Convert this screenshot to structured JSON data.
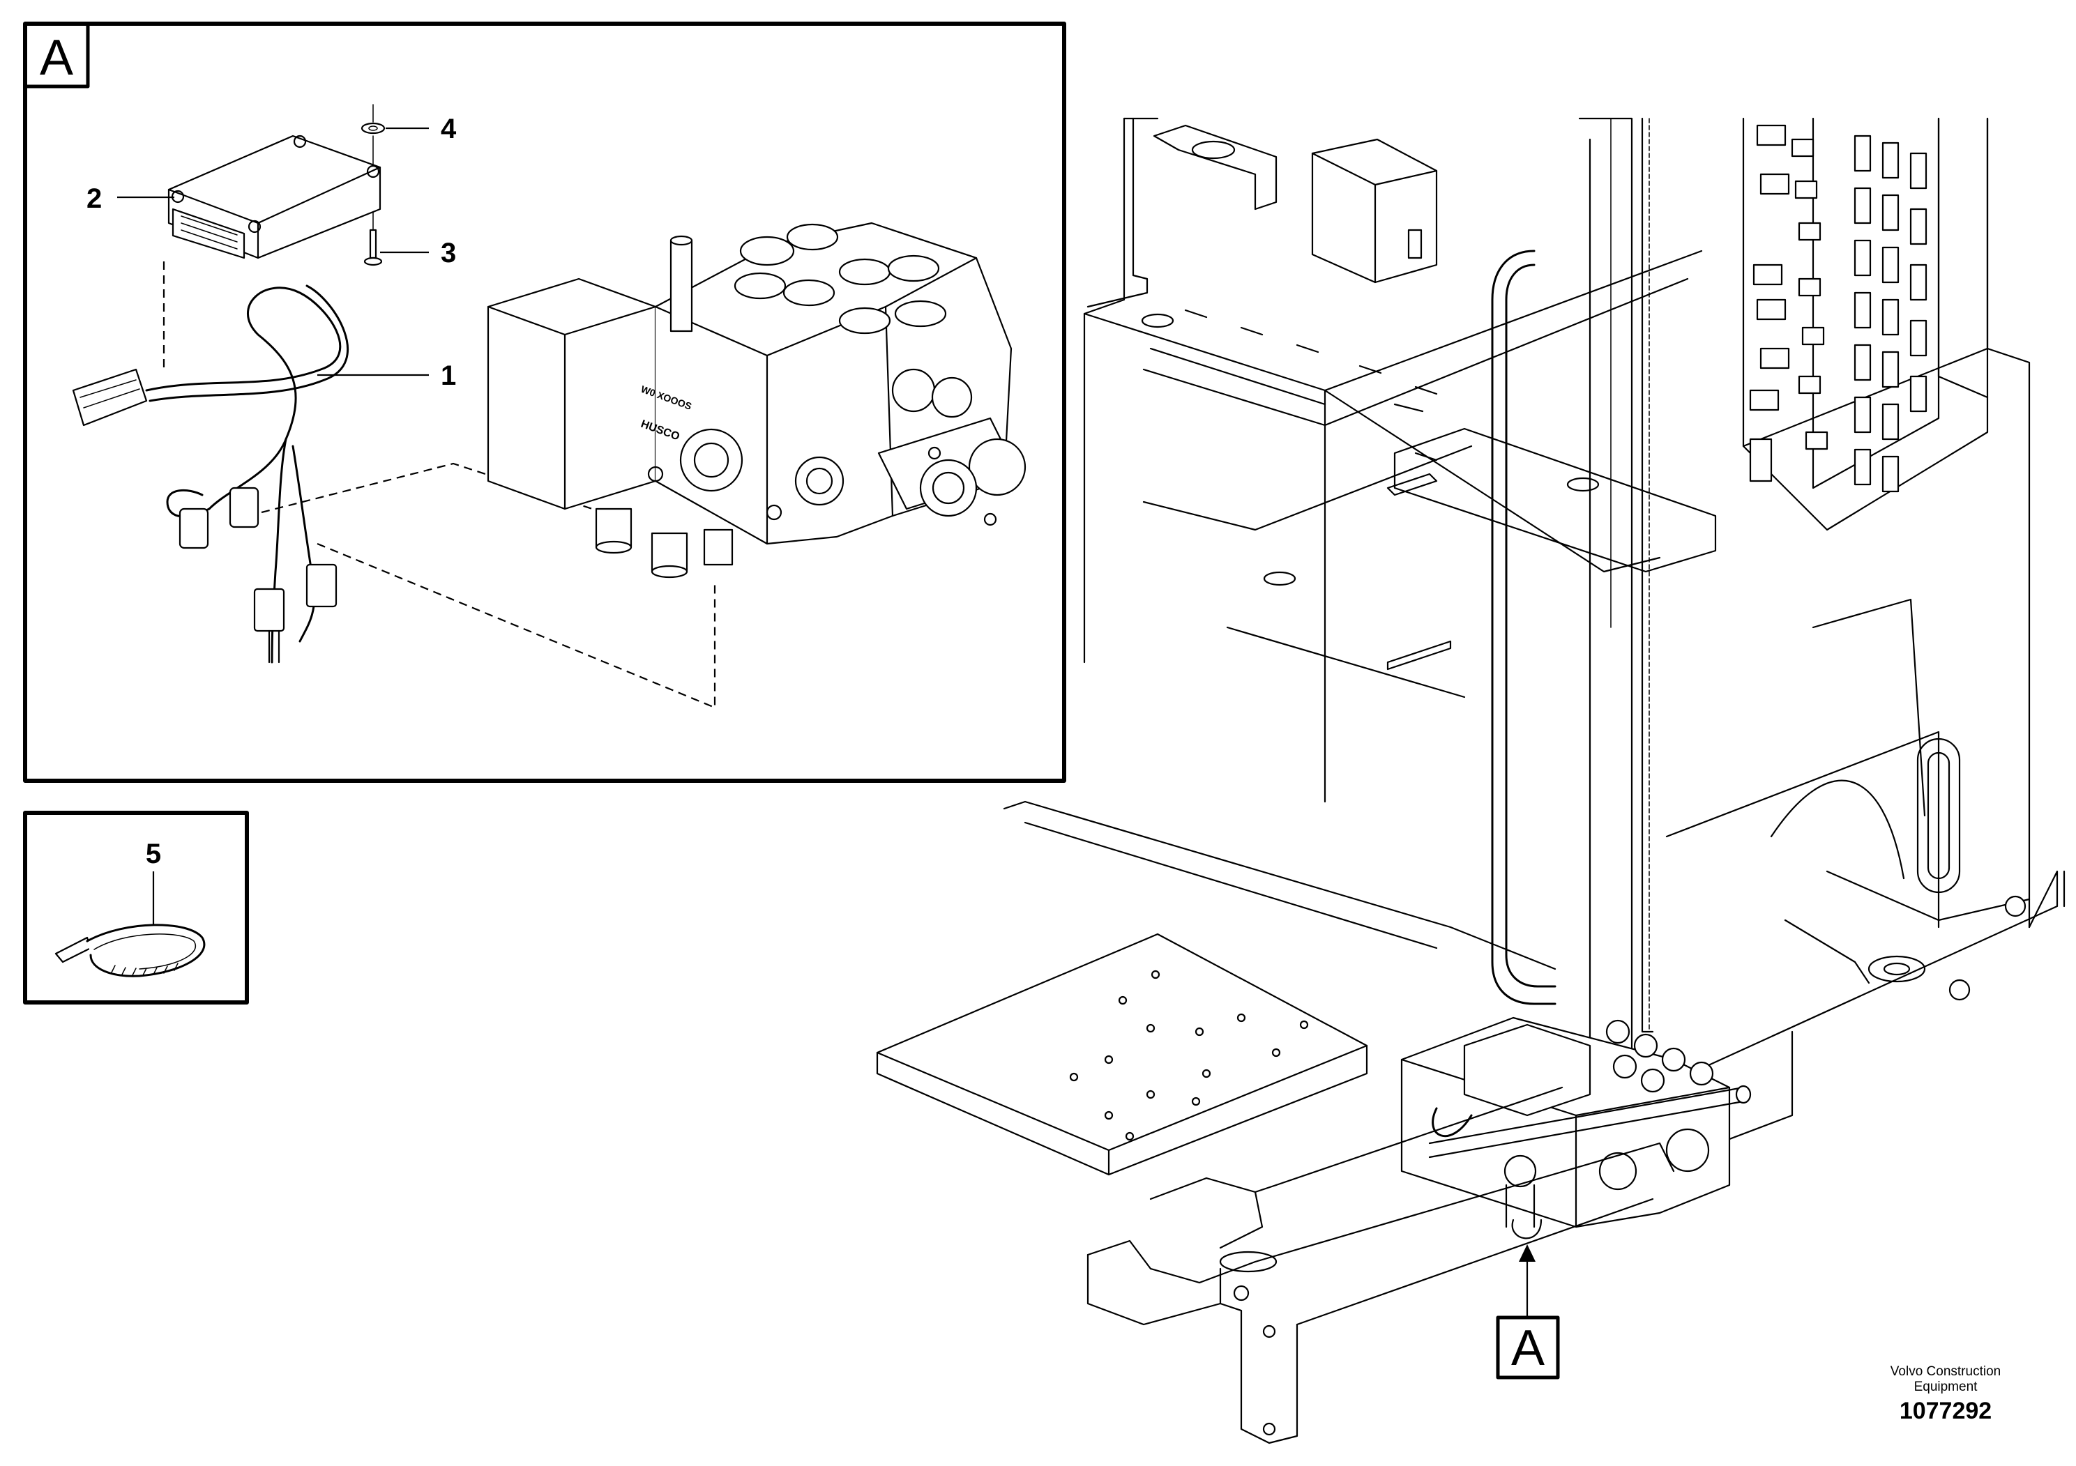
{
  "detail_view": {
    "label": "A",
    "callouts": [
      "1",
      "2",
      "3",
      "4"
    ]
  },
  "cable_tie_view": {
    "callout": "5"
  },
  "overview": {
    "location_label": "A"
  },
  "valve_markings": {
    "brand": "HUSCO"
  },
  "credit": {
    "company_line1": "Volvo Construction",
    "company_line2": "Equipment",
    "document_number": "1077292"
  }
}
